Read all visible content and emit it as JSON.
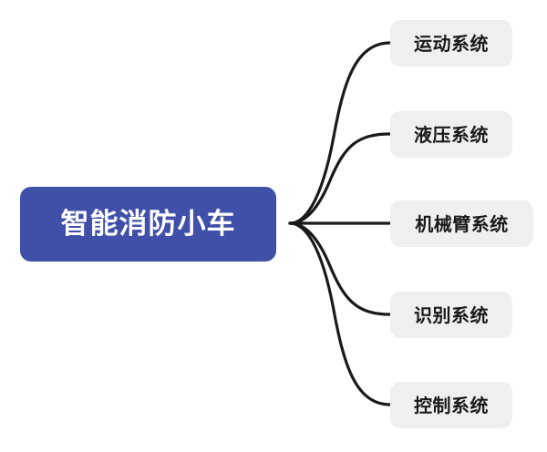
{
  "diagram": {
    "type": "mind-map",
    "title": "智能消防小车",
    "background_color": "#ffffff",
    "root": {
      "label": "智能消防小车",
      "fill_color": "#4050A8",
      "text_color": "#ffffff"
    },
    "branch_style": {
      "fill_color": "#EFEFEF",
      "text_color": "#1a1a1a",
      "connector_color": "#1a1a1a"
    },
    "branches": [
      {
        "label": "运动系统"
      },
      {
        "label": "液压系统"
      },
      {
        "label": "机械臂系统"
      },
      {
        "label": "识别系统"
      },
      {
        "label": "控制系统"
      }
    ]
  }
}
